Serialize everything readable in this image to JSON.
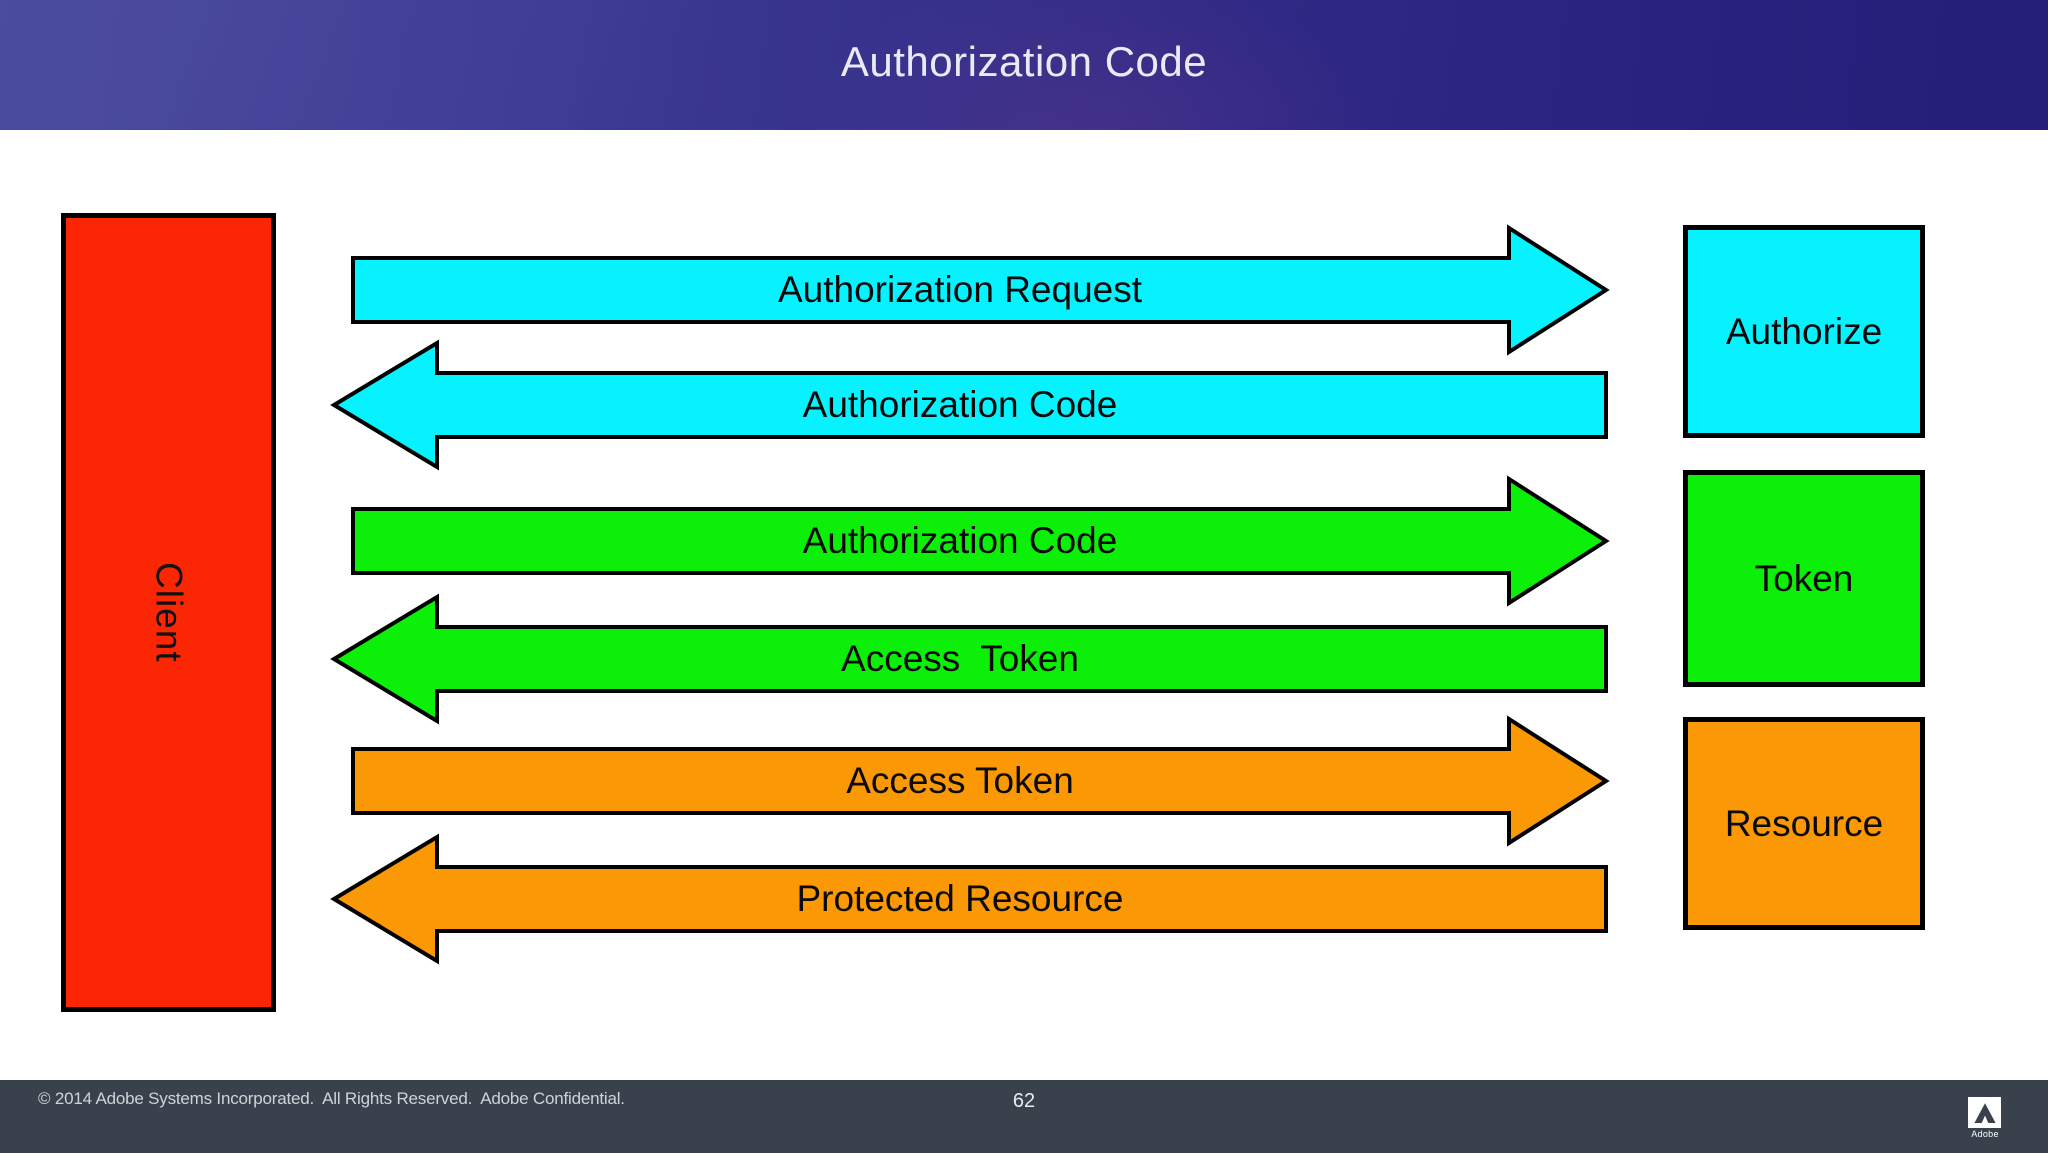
{
  "header": {
    "title": "Authorization Code"
  },
  "client_box": {
    "label": "Client",
    "color": "#fb2604"
  },
  "endpoints": [
    {
      "label": "Authorize",
      "color": "#06f2fe"
    },
    {
      "label": "Token",
      "color": "#0cef08"
    },
    {
      "label": "Resource",
      "color": "#fa9805"
    }
  ],
  "arrows": [
    {
      "label": "Authorization Request",
      "direction": "right",
      "color": "#06f2fe"
    },
    {
      "label": "Authorization Code",
      "direction": "left",
      "color": "#06f2fe"
    },
    {
      "label": "Authorization Code",
      "direction": "right",
      "color": "#0cef08"
    },
    {
      "label": "Access  Token",
      "direction": "left",
      "color": "#0cef08"
    },
    {
      "label": "Access Token",
      "direction": "right",
      "color": "#fa9805"
    },
    {
      "label": "Protected Resource",
      "direction": "left",
      "color": "#fa9805"
    }
  ],
  "footer": {
    "copyright": "© 2014 Adobe Systems Incorporated.  All Rights Reserved.  Adobe Confidential.",
    "page_number": "62",
    "logo_text": "Adobe",
    "bg_color": "#39424c"
  }
}
